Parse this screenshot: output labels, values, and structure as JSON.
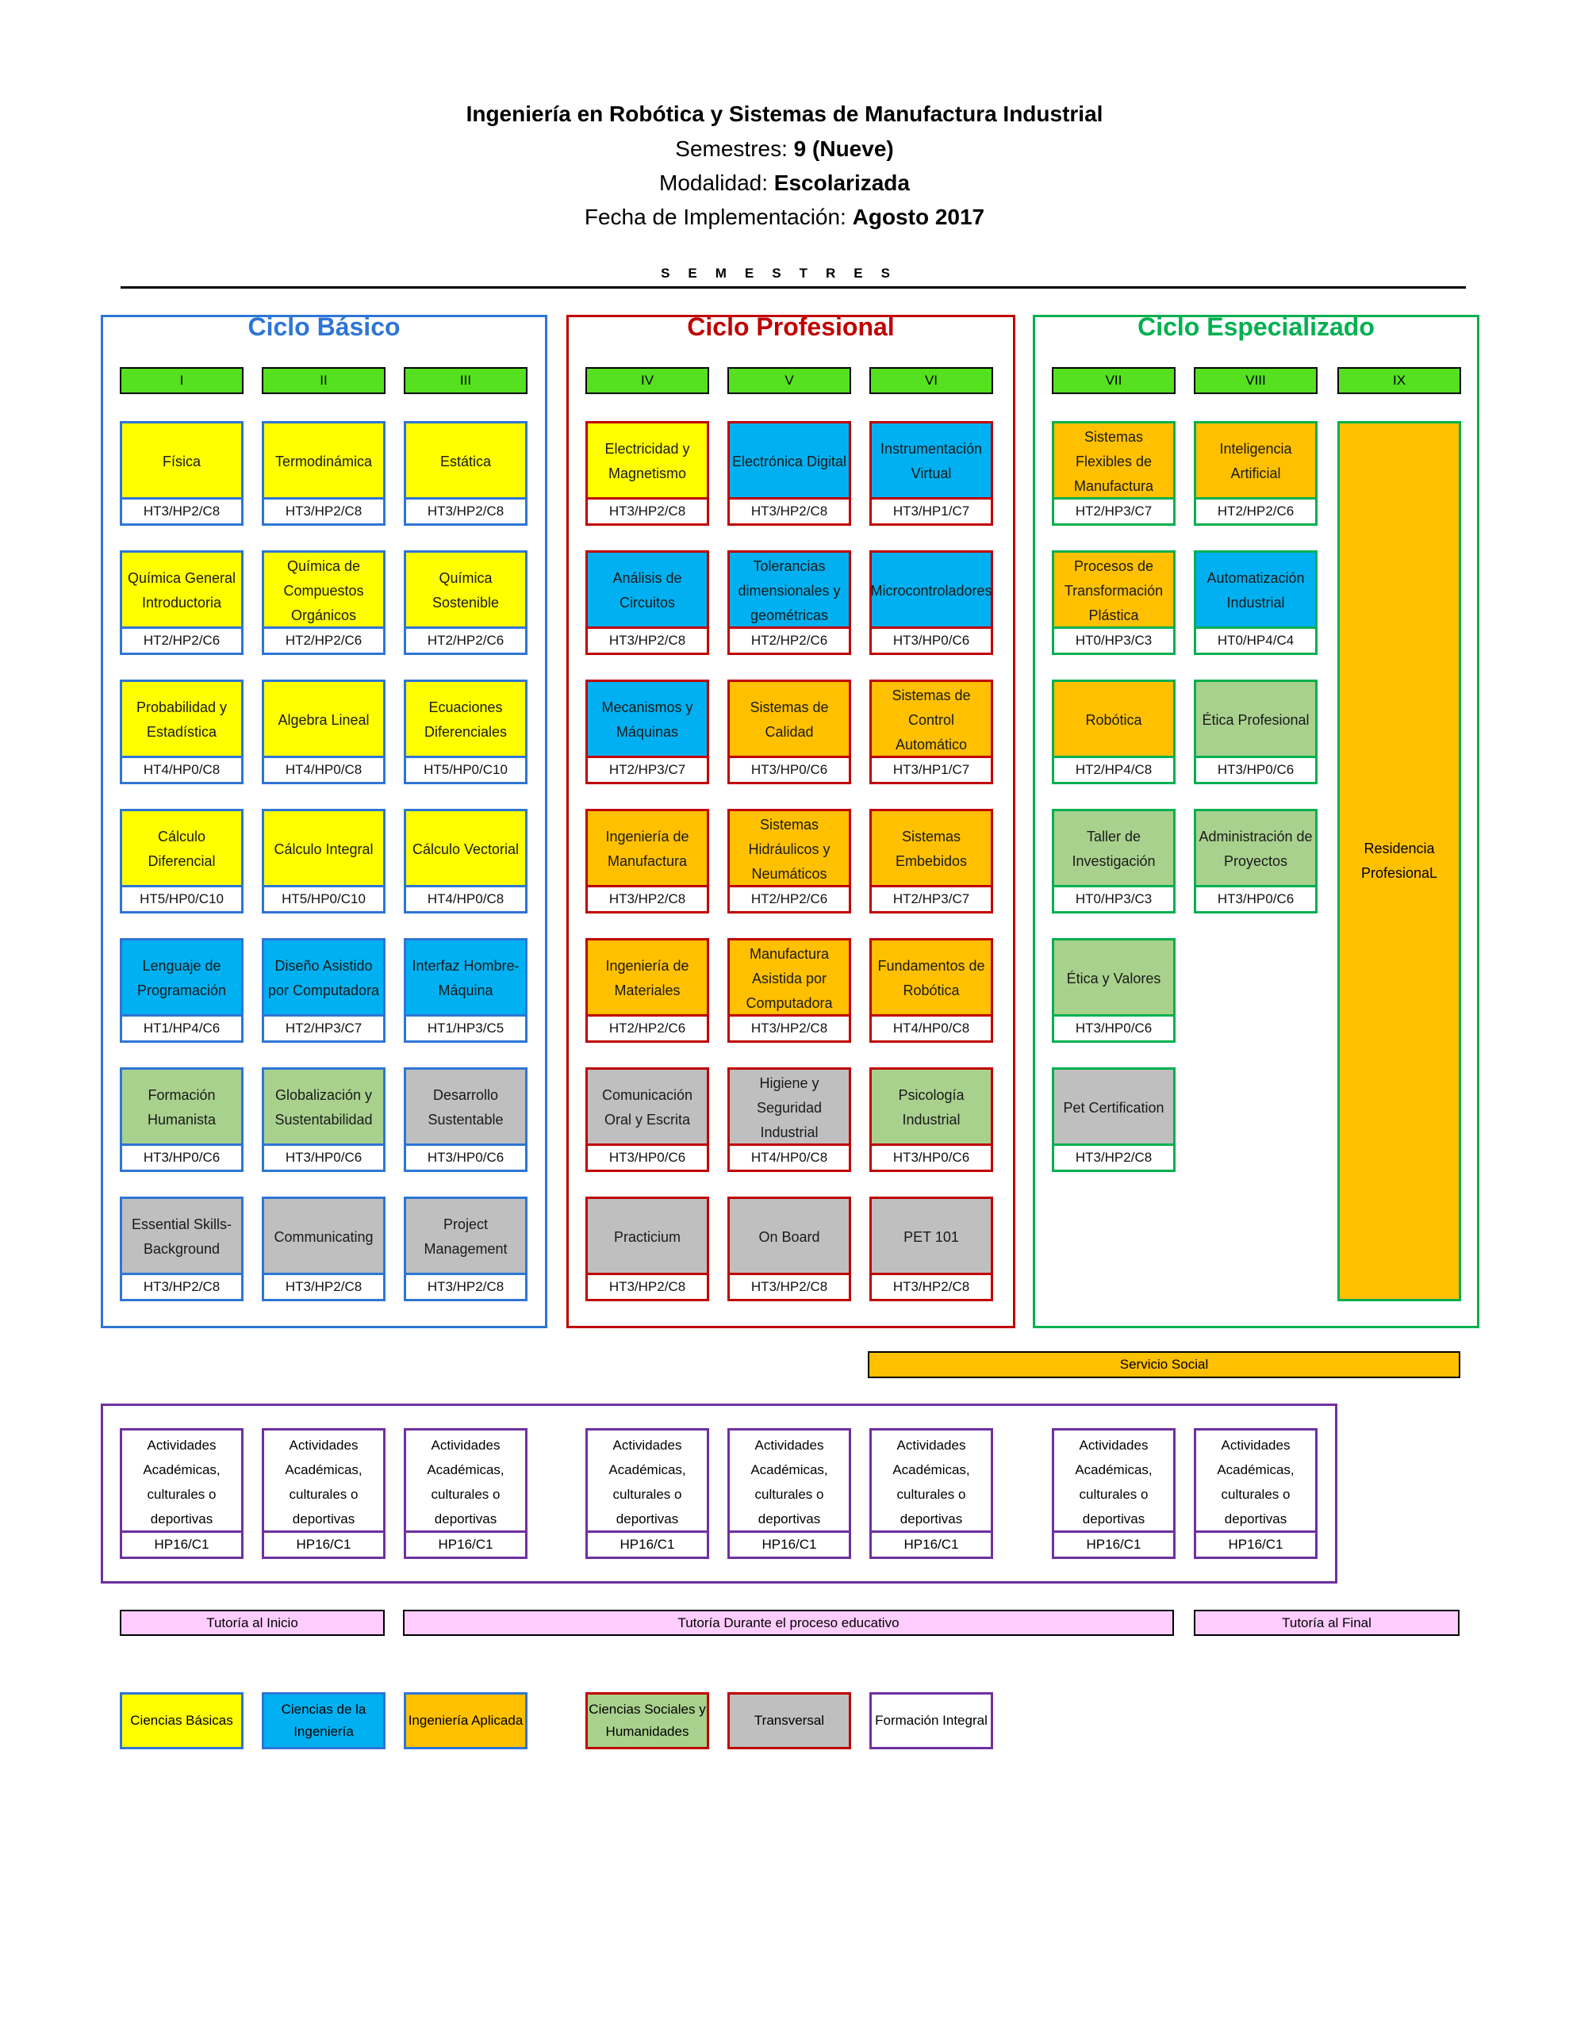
{
  "header": {
    "title": "Ingeniería en Robótica y Sistemas de Manufactura Industrial",
    "semestres_label": "Semestres:",
    "semestres_value": "9 (Nueve)",
    "modalidad_label": "Modalidad:",
    "modalidad_value": "Escolarizada",
    "fecha_label": "Fecha de Implementación:",
    "fecha_value": "Agosto 2017",
    "semestres_heading": "SEMESTRES"
  },
  "colors": {
    "basicas": "#ffff00",
    "ingenieria": "#00b0f0",
    "aplicada": "#ffc000",
    "sociales": "#a9d18e",
    "transversal": "#bfbfbf",
    "integral": "#ffffff",
    "semester": "#55e020",
    "tutoria": "#ffccff",
    "blue_border": "#2e75d6",
    "red_border": "#c00000",
    "green_border": "#00b050",
    "purple_border": "#7030a0"
  },
  "cycles": [
    {
      "name": "Ciclo Básico",
      "color": "#2e75d6",
      "semesters": [
        "I",
        "II",
        "III"
      ]
    },
    {
      "name": "Ciclo Profesional",
      "color": "#c00000",
      "semesters": [
        "IV",
        "V",
        "VI"
      ]
    },
    {
      "name": "Ciclo Especializado",
      "color": "#00b050",
      "semesters": [
        "VII",
        "VIII",
        "IX"
      ]
    }
  ],
  "courses": [
    [
      {
        "name": "Física",
        "code": "HT3/HP2/C8",
        "cat": "basicas"
      },
      {
        "name": "Química General Introductoria",
        "code": "HT2/HP2/C6",
        "cat": "basicas"
      },
      {
        "name": "Probabilidad y Estadística",
        "code": "HT4/HP0/C8",
        "cat": "basicas"
      },
      {
        "name": "Cálculo Diferencial",
        "code": "HT5/HP0/C10",
        "cat": "basicas"
      },
      {
        "name": "Lenguaje de Programación",
        "code": "HT1/HP4/C6",
        "cat": "ingenieria"
      },
      {
        "name": "Formación Humanista",
        "code": "HT3/HP0/C6",
        "cat": "sociales"
      },
      {
        "name": "Essential Skills-Background",
        "code": "HT3/HP2/C8",
        "cat": "transversal"
      }
    ],
    [
      {
        "name": "Termodinámica",
        "code": "HT3/HP2/C8",
        "cat": "basicas"
      },
      {
        "name": "Química de Compuestos Orgánicos",
        "code": "HT2/HP2/C6",
        "cat": "basicas"
      },
      {
        "name": "Algebra Lineal",
        "code": "HT4/HP0/C8",
        "cat": "basicas"
      },
      {
        "name": "Cálculo Integral",
        "code": "HT5/HP0/C10",
        "cat": "basicas"
      },
      {
        "name": "Diseño Asistido por Computadora",
        "code": "HT2/HP3/C7",
        "cat": "ingenieria"
      },
      {
        "name": "Globalización y Sustentabilidad",
        "code": "HT3/HP0/C6",
        "cat": "sociales"
      },
      {
        "name": "Communicating",
        "code": "HT3/HP2/C8",
        "cat": "transversal"
      }
    ],
    [
      {
        "name": "Estática",
        "code": "HT3/HP2/C8",
        "cat": "basicas"
      },
      {
        "name": "Química Sostenible",
        "code": "HT2/HP2/C6",
        "cat": "basicas"
      },
      {
        "name": "Ecuaciones Diferenciales",
        "code": "HT5/HP0/C10",
        "cat": "basicas"
      },
      {
        "name": "Cálculo Vectorial",
        "code": "HT4/HP0/C8",
        "cat": "basicas"
      },
      {
        "name": "Interfaz Hombre-Máquina",
        "code": "HT1/HP3/C5",
        "cat": "ingenieria"
      },
      {
        "name": "Desarrollo Sustentable",
        "code": "HT3/HP0/C6",
        "cat": "transversal"
      },
      {
        "name": "Project Management",
        "code": "HT3/HP2/C8",
        "cat": "transversal"
      }
    ],
    [
      {
        "name": "Electricidad y Magnetismo",
        "code": "HT3/HP2/C8",
        "cat": "basicas"
      },
      {
        "name": "Análisis de Circuitos",
        "code": "HT3/HP2/C8",
        "cat": "ingenieria"
      },
      {
        "name": "Mecanismos y Máquinas",
        "code": "HT2/HP3/C7",
        "cat": "ingenieria"
      },
      {
        "name": "Ingeniería de Manufactura",
        "code": "HT3/HP2/C8",
        "cat": "aplicada"
      },
      {
        "name": "Ingeniería de Materiales",
        "code": "HT2/HP2/C6",
        "cat": "aplicada"
      },
      {
        "name": "Comunicación Oral y Escrita",
        "code": "HT3/HP0/C6",
        "cat": "transversal"
      },
      {
        "name": "Practicium",
        "code": "HT3/HP2/C8",
        "cat": "transversal"
      }
    ],
    [
      {
        "name": "Electrónica Digital",
        "code": "HT3/HP2/C8",
        "cat": "ingenieria"
      },
      {
        "name": "Tolerancias dimensionales y geométricas",
        "code": "HT2/HP2/C6",
        "cat": "ingenieria"
      },
      {
        "name": "Sistemas de Calidad",
        "code": "HT3/HP0/C6",
        "cat": "aplicada"
      },
      {
        "name": "Sistemas Hidráulicos y Neumáticos",
        "code": "HT2/HP2/C6",
        "cat": "aplicada"
      },
      {
        "name": "Manufactura Asistida por Computadora",
        "code": "HT3/HP2/C8",
        "cat": "aplicada"
      },
      {
        "name": "Higiene y Seguridad Industrial",
        "code": "HT4/HP0/C8",
        "cat": "transversal"
      },
      {
        "name": "On Board",
        "code": "HT3/HP2/C8",
        "cat": "transversal"
      }
    ],
    [
      {
        "name": "Instrumentación Virtual",
        "code": "HT3/HP1/C7",
        "cat": "ingenieria"
      },
      {
        "name": "Microcontroladores",
        "code": "HT3/HP0/C6",
        "cat": "ingenieria"
      },
      {
        "name": "Sistemas de Control Automático",
        "code": "HT3/HP1/C7",
        "cat": "aplicada"
      },
      {
        "name": "Sistemas Embebidos",
        "code": "HT2/HP3/C7",
        "cat": "aplicada"
      },
      {
        "name": "Fundamentos de Robótica",
        "code": "HT4/HP0/C8",
        "cat": "aplicada"
      },
      {
        "name": "Psicología Industrial",
        "code": "HT3/HP0/C6",
        "cat": "sociales"
      },
      {
        "name": "PET 101",
        "code": "HT3/HP2/C8",
        "cat": "transversal"
      }
    ],
    [
      {
        "name": "Sistemas Flexibles de Manufactura",
        "code": "HT2/HP3/C7",
        "cat": "aplicada"
      },
      {
        "name": "Procesos de Transformación Plástica",
        "code": "HT0/HP3/C3",
        "cat": "aplicada"
      },
      {
        "name": "Robótica",
        "code": "HT2/HP4/C8",
        "cat": "aplicada"
      },
      {
        "name": "Taller de Investigación",
        "code": "HT0/HP3/C3",
        "cat": "sociales"
      },
      {
        "name": "Ética y Valores",
        "code": "HT3/HP0/C6",
        "cat": "sociales"
      },
      {
        "name": "Pet Certification",
        "code": "HT3/HP2/C8",
        "cat": "transversal"
      }
    ],
    [
      {
        "name": "Inteligencia Artificial",
        "code": "HT2/HP2/C6",
        "cat": "aplicada"
      },
      {
        "name": "Automatización Industrial",
        "code": "HT0/HP4/C4",
        "cat": "ingenieria"
      },
      {
        "name": "Ética Profesional",
        "code": "HT3/HP0/C6",
        "cat": "sociales"
      },
      {
        "name": "Administración de Proyectos",
        "code": "HT3/HP0/C6",
        "cat": "sociales"
      }
    ]
  ],
  "residencia": {
    "name": "Residencia ProfesionaL"
  },
  "servicio_social": "Servicio Social",
  "activities": {
    "name": "Actividades Académicas, culturales o deportivas",
    "code": "HP16/C1",
    "count": 8
  },
  "tutoria": {
    "inicio": "Tutoría al Inicio",
    "durante": "Tutoría Durante el proceso educativo",
    "final": "Tutoría al Final"
  },
  "legend": [
    {
      "label": "Ciencias Básicas",
      "cat": "basicas"
    },
    {
      "label": "Ciencias de la Ingeniería",
      "cat": "ingenieria"
    },
    {
      "label": "Ingeniería Aplicada",
      "cat": "aplicada"
    },
    {
      "label": "Ciencias Sociales y Humanidades",
      "cat": "sociales"
    },
    {
      "label": "Transversal",
      "cat": "transversal"
    },
    {
      "label": "Formación Integral",
      "cat": "integral"
    }
  ]
}
